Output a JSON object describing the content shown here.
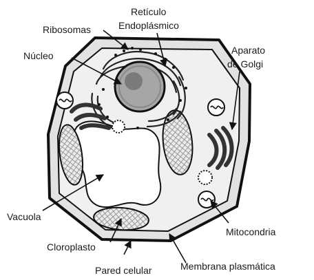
{
  "labels": {
    "ribosomas": "Ribosomas",
    "reticulo_line1": "Retículo",
    "reticulo_line2": "Endoplásmico",
    "nucleo": "Núcleo",
    "golgi_line1": "Aparato",
    "golgi_line2": "de Golgi",
    "vacuola": "Vacuola",
    "mitocondria": "Mitocondria",
    "cloroplasto": "Cloroplasto",
    "pared": "Pared celular",
    "membrana": "Membrana plasmática"
  }
}
